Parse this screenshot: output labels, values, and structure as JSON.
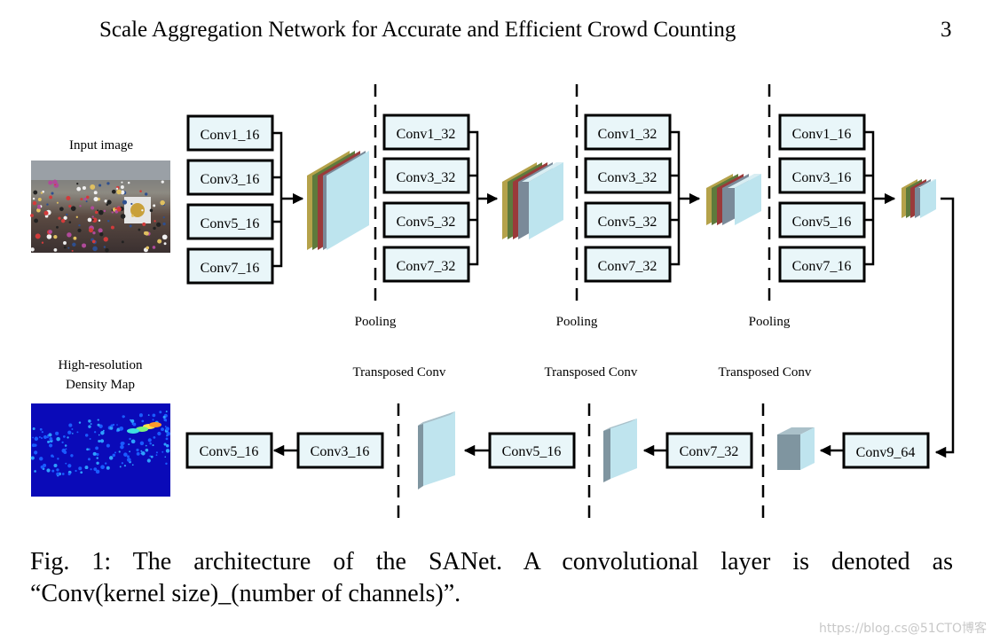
{
  "header": {
    "running_title": "Scale Aggregation Network for Accurate and Efficient Crowd Counting",
    "page_number": "3"
  },
  "figure": {
    "input_label": "Input image",
    "output_label_line1": "High-resolution",
    "output_label_line2": "Density Map",
    "pooling_label": "Pooling",
    "transposed_label": "Transposed Conv",
    "encoder_blocks": [
      [
        "Conv1_16",
        "Conv3_16",
        "Conv5_16",
        "Conv7_16"
      ],
      [
        "Conv1_32",
        "Conv3_32",
        "Conv5_32",
        "Conv7_32"
      ],
      [
        "Conv1_32",
        "Conv3_32",
        "Conv5_32",
        "Conv7_32"
      ],
      [
        "Conv1_16",
        "Conv3_16",
        "Conv5_16",
        "Conv7_16"
      ]
    ],
    "decoder_layers": [
      "Conv9_64",
      "Conv7_32",
      "Conv5_16",
      "Conv3_16",
      "Conv5_16"
    ]
  },
  "caption": {
    "line1": "Fig. 1: The architecture of the SANet. A convolutional layer is denoted as",
    "line2": "“Conv(kernel size)_(number of channels)”."
  },
  "watermark": "https://blog.cs@51CTO博客"
}
